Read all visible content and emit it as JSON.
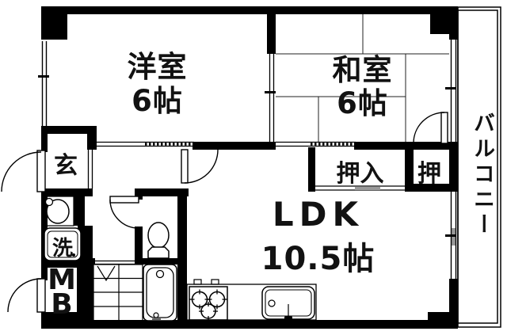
{
  "plan": {
    "type": "apartment-floorplan",
    "colors": {
      "wall": "#000000",
      "background": "#ffffff",
      "shade": "#9a9a9a"
    },
    "rooms": {
      "western": {
        "name": "洋室",
        "size": "6帖"
      },
      "japanese": {
        "name": "和室",
        "size": "6帖"
      },
      "ldk": {
        "name": "LDK",
        "size": "10.5帖"
      },
      "balcony": {
        "name": "バルコニー"
      },
      "entrance": {
        "name": "玄"
      },
      "closet_main": {
        "name": "押入"
      },
      "closet_small": {
        "name": "押"
      },
      "laundry": {
        "name": "洗"
      },
      "meter_box": {
        "name": "MB"
      }
    },
    "fixtures": [
      "toilet-icon",
      "bathtub-icon",
      "wash-basin-icon",
      "washing-machine-pan-icon",
      "gas-stove-3-burner-icon",
      "kitchen-sink-icon",
      "bath-tile-grid-icon",
      "door-swing-icon",
      "sliding-door-icon",
      "window-icon"
    ]
  }
}
